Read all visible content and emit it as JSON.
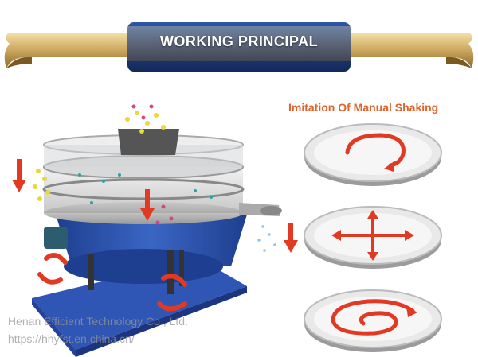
{
  "banner": {
    "title": "WORKING PRINCIPAL"
  },
  "illustration": {
    "heading": "Imitation Of Manual Shaking"
  },
  "watermark": {
    "company": "Henan Efficient Technology Co., Ltd.",
    "url": "https://hnyfst.en.china.cn/"
  },
  "colors": {
    "banner_gold": "#c9a45c",
    "banner_blue": "#1e3f82",
    "machine_blue": "#2f56b4",
    "arrow_red": "#e23a22",
    "heading_orange": "#e0642c"
  },
  "icons": {
    "circular": "circular-motion-icon",
    "cross": "cross-motion-icon",
    "spiral": "spiral-motion-icon"
  }
}
